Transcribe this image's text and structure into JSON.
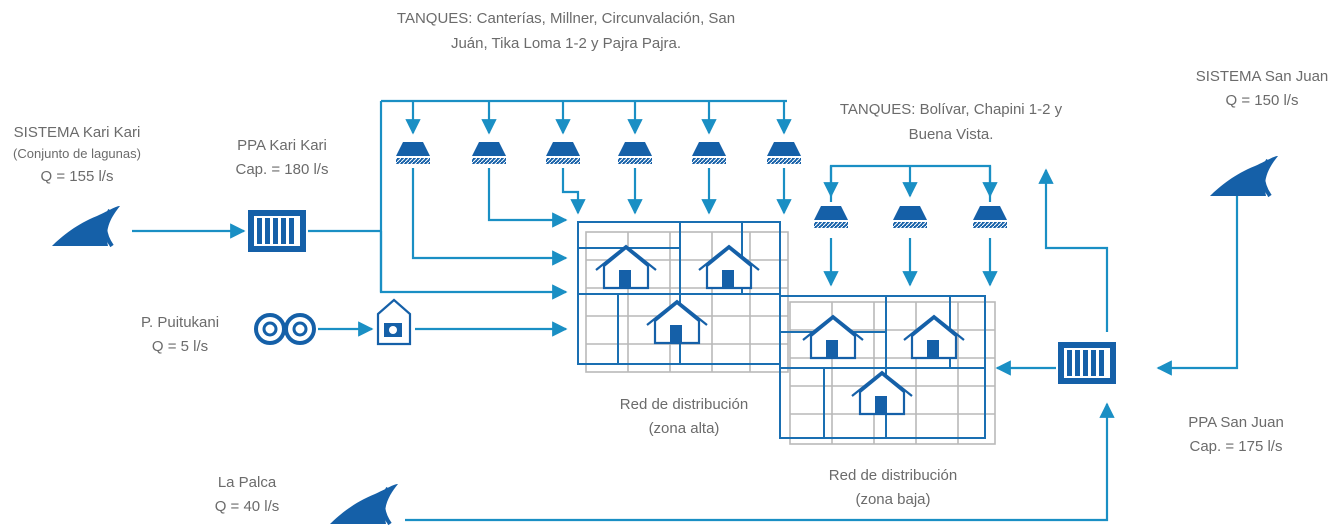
{
  "labels": {
    "tanques_alta_line1": "TANQUES: Canterías, Millner, Circunvalación, San",
    "tanques_alta_line2": "Juán, Tika Loma 1-2 y Pajra Pajra.",
    "tanques_baja_line1": "TANQUES: Bolívar, Chapini 1-2 y",
    "tanques_baja_line2": "Buena Vista.",
    "kari_line1": "SISTEMA Kari Kari",
    "kari_line2": "(Conjunto de lagunas)",
    "kari_line3": "Q = 155 l/s",
    "ppa_kari_line1": "PPA Kari Kari",
    "ppa_kari_line2": "Cap. = 180 l/s",
    "puitukani_line1": "P. Puitukani",
    "puitukani_line2": "Q = 5 l/s",
    "palca_line1": "La Palca",
    "palca_line2": "Q = 40 l/s",
    "san_juan_line1": "SISTEMA San Juan",
    "san_juan_line2": "Q = 150 l/s",
    "ppa_san_juan_line1": "PPA San Juan",
    "ppa_san_juan_line2": "Cap. = 175 l/s",
    "red_alta_line1": "Red de distribución",
    "red_alta_line2": "(zona alta)",
    "red_baja_line1": "Red de distribución",
    "red_baja_line2": "(zona baja)"
  },
  "colors": {
    "pipe": "#1a8fc4",
    "icon": "#1560a8",
    "grid_gray": "#b9b9b9",
    "grid_blue": "#1a6fb2"
  },
  "icons": {
    "source": "water-source-icon",
    "plant": "treatment-plant-icon",
    "tank": "water-tank-icon",
    "house": "house-icon",
    "well": "well-icon",
    "pump": "pump-icon"
  }
}
